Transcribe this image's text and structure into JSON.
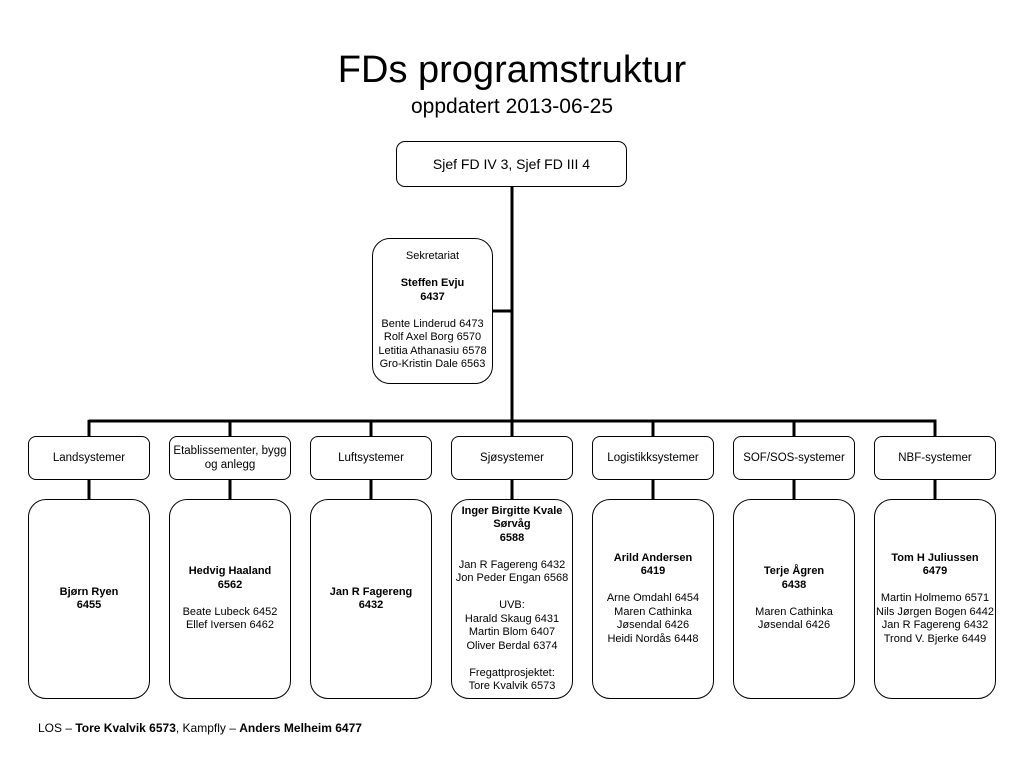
{
  "header": {
    "title": "FDs programstruktur",
    "subtitle": "oppdatert 2013-06-25"
  },
  "top": {
    "label": "Sjef FD IV 3, Sjef FD III 4"
  },
  "sekretariat": {
    "heading": "Sekretariat",
    "lead_name": "Steffen Evju",
    "lead_phone": "6437",
    "members": [
      "Bente Linderud 6473",
      "Rolf Axel Borg 6570",
      "Letitia Athanasiu 6578",
      "Gro-Kristin Dale 6563"
    ]
  },
  "departments": [
    {
      "name": "Landsystemer",
      "lead_name": "Bjørn Ryen",
      "lead_phone": "6455",
      "groups": []
    },
    {
      "name": "Etablissementer, bygg og anlegg",
      "lead_name": "Hedvig Haaland",
      "lead_phone": "6562",
      "groups": [
        {
          "lines": [
            "Beate Lubeck 6452",
            "Ellef Iversen 6462"
          ]
        }
      ]
    },
    {
      "name": "Luftsystemer",
      "lead_name": "Jan R Fagereng",
      "lead_phone": "6432",
      "groups": []
    },
    {
      "name": "Sjøsystemer",
      "lead_name": "Inger Birgitte Kvale Sørvåg",
      "lead_phone": "6588",
      "groups": [
        {
          "lines": [
            "Jan R Fagereng 6432",
            "Jon Peder Engan 6568"
          ]
        },
        {
          "lines": [
            "UVB:",
            "Harald Skaug 6431",
            "Martin Blom 6407",
            "Oliver Berdal 6374"
          ]
        },
        {
          "lines": [
            "Fregattprosjektet:",
            "Tore Kvalvik 6573"
          ]
        }
      ]
    },
    {
      "name": "Logistikksystemer",
      "lead_name": "Arild Andersen",
      "lead_phone": "6419",
      "groups": [
        {
          "lines": [
            "Arne Omdahl 6454",
            "Maren Cathinka",
            "Jøsendal 6426",
            "Heidi Nordås 6448"
          ]
        }
      ]
    },
    {
      "name": "SOF/SOS-systemer",
      "lead_name": "Terje Ågren",
      "lead_phone": "6438",
      "groups": [
        {
          "lines": [
            "Maren Cathinka",
            "Jøsendal 6426"
          ]
        }
      ]
    },
    {
      "name": "NBF-systemer",
      "lead_name": "Tom H Juliussen",
      "lead_phone": "6479",
      "groups": [
        {
          "lines": [
            "Martin Holmemo 6571",
            "Nils Jørgen Bogen 6442",
            "Jan R Fagereng 6432",
            "Trond V. Bjerke 6449"
          ]
        }
      ]
    }
  ],
  "footer": {
    "prefix": "LOS – ",
    "los_contact": "Tore Kvalvik 6573",
    "middle": ", Kampfly – ",
    "kampfly_contact": "Anders Melheim 6477"
  }
}
